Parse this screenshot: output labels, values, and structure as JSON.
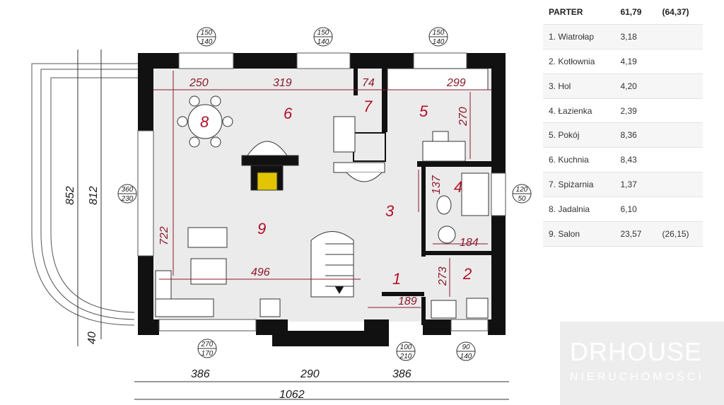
{
  "plan": {
    "rooms": [
      {
        "label": "1"
      },
      {
        "label": "2"
      },
      {
        "label": "3"
      },
      {
        "label": "4"
      },
      {
        "label": "5"
      },
      {
        "label": "6"
      },
      {
        "label": "7"
      },
      {
        "label": "8"
      },
      {
        "label": "9"
      }
    ],
    "dims_inner": [
      "250",
      "319",
      "74",
      "299",
      "270",
      "137",
      "722",
      "496",
      "184",
      "273",
      "189"
    ],
    "dims_outer": [
      "852",
      "812",
      "40",
      "386",
      "290",
      "386",
      "1062"
    ],
    "windows": [
      {
        "top": "150",
        "bottom": "140"
      },
      {
        "top": "150",
        "bottom": "140"
      },
      {
        "top": "150",
        "bottom": "140"
      },
      {
        "top": "360",
        "bottom": "230"
      },
      {
        "top": "120",
        "bottom": "50"
      },
      {
        "top": "270",
        "bottom": "170"
      },
      {
        "top": "100",
        "bottom": "210"
      },
      {
        "top": "90",
        "bottom": "140"
      }
    ]
  },
  "table": {
    "header": {
      "name": "PARTER",
      "area": "61,79",
      "alt": "(64,37)"
    },
    "rows": [
      {
        "name": "1. Wiatrołap",
        "area": "3,18",
        "alt": ""
      },
      {
        "name": "2. Kotłownia",
        "area": "4,19",
        "alt": ""
      },
      {
        "name": "3. Hol",
        "area": "4,20",
        "alt": ""
      },
      {
        "name": "4. Łazienka",
        "area": "2,39",
        "alt": ""
      },
      {
        "name": "5. Pokój",
        "area": "8,36",
        "alt": ""
      },
      {
        "name": "6. Kuchnia",
        "area": "8,43",
        "alt": ""
      },
      {
        "name": "7. Spiżarnia",
        "area": "1,37",
        "alt": ""
      },
      {
        "name": "8. Jadalnia",
        "area": "6,10",
        "alt": ""
      },
      {
        "name": "9. Salon",
        "area": "23,57",
        "alt": "(26,15)"
      }
    ]
  },
  "logo": {
    "main": "DRHOUSE",
    "sub": "NIERUCHOMOŚCI"
  },
  "colors": {
    "room_label": "#b0102a",
    "wall": "#111111",
    "floor": "#ebebeb"
  }
}
